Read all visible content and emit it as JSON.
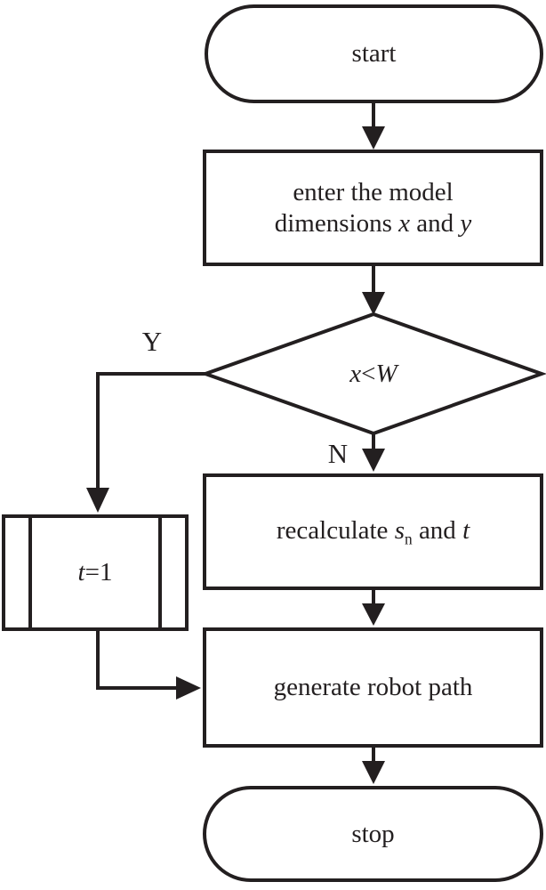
{
  "figure": {
    "type": "flowchart",
    "background": "#ffffff",
    "line_color": "#231f20"
  },
  "nodes": {
    "start": {
      "shape": "terminator",
      "label": "start"
    },
    "enter_model": {
      "shape": "process",
      "line1": "enter the model",
      "line2_parts": [
        {
          "text": "dimensions "
        },
        {
          "text": "x",
          "italic": true
        },
        {
          "text": " and "
        },
        {
          "text": "y",
          "italic": true
        }
      ]
    },
    "decision": {
      "shape": "decision",
      "parts": [
        {
          "text": "x",
          "italic": true
        },
        {
          "text": "<"
        },
        {
          "text": "W",
          "italic": true
        }
      ]
    },
    "preset_t": {
      "shape": "predefined-process",
      "parts": [
        {
          "text": "t",
          "italic": true
        },
        {
          "text": "=1"
        }
      ]
    },
    "recalculate": {
      "shape": "process",
      "parts": [
        {
          "text": "recalculate "
        },
        {
          "text": "s",
          "italic": true
        },
        {
          "text": "n",
          "subscript": true
        },
        {
          "text": " and "
        },
        {
          "text": "t",
          "italic": true
        }
      ]
    },
    "generate_path": {
      "shape": "process",
      "label": "generate robot path"
    },
    "stop": {
      "shape": "terminator",
      "label": "stop"
    }
  },
  "edges": {
    "yes_label": "Y",
    "no_label": "N"
  }
}
